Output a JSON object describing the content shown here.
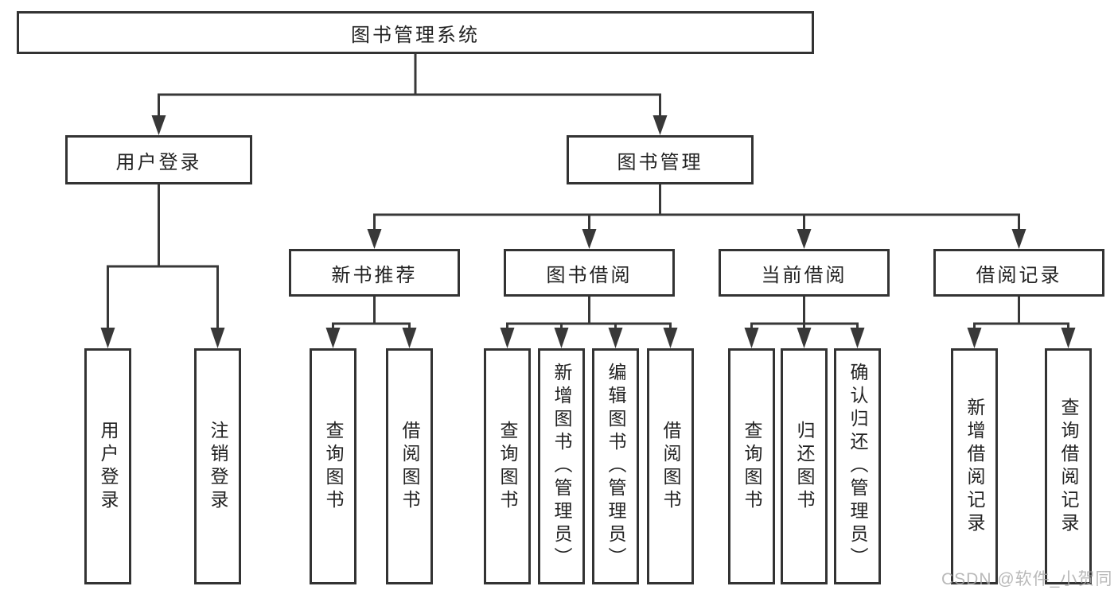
{
  "diagram": {
    "title_node": "图书管理系统",
    "root": {
      "label": "图书管理系统"
    },
    "level2": [
      {
        "label": "用户登录"
      },
      {
        "label": "图书管理"
      }
    ],
    "level3": [
      {
        "label": "新书推荐",
        "parent": "图书管理"
      },
      {
        "label": "图书借阅",
        "parent": "图书管理"
      },
      {
        "label": "当前借阅",
        "parent": "图书管理"
      },
      {
        "label": "借阅记录",
        "parent": "图书管理"
      }
    ],
    "level4": {
      "user_login": [
        {
          "label": "用户登录"
        },
        {
          "label": "注销登录"
        }
      ],
      "new_book_recommend": [
        {
          "label": "查询图书"
        },
        {
          "label": "借阅图书"
        }
      ],
      "book_borrowing": [
        {
          "label": "查询图书"
        },
        {
          "label": "新增图书（管理员）"
        },
        {
          "label": "编辑图书（管理员）"
        },
        {
          "label": "借阅图书"
        }
      ],
      "current_borrowing": [
        {
          "label": "查询图书"
        },
        {
          "label": "归还图书"
        },
        {
          "label": "确认归还（管理员）"
        }
      ],
      "borrowing_records": [
        {
          "label": "新增借阅记录"
        },
        {
          "label": "查询借阅记录"
        }
      ]
    }
  },
  "watermark": {
    "text": "CSDN @软件_小贺同学"
  },
  "colors": {
    "line": "#383838",
    "border": "#333333",
    "text": "#222222",
    "background": "#ffffff",
    "watermark": "#a8a8a8"
  }
}
